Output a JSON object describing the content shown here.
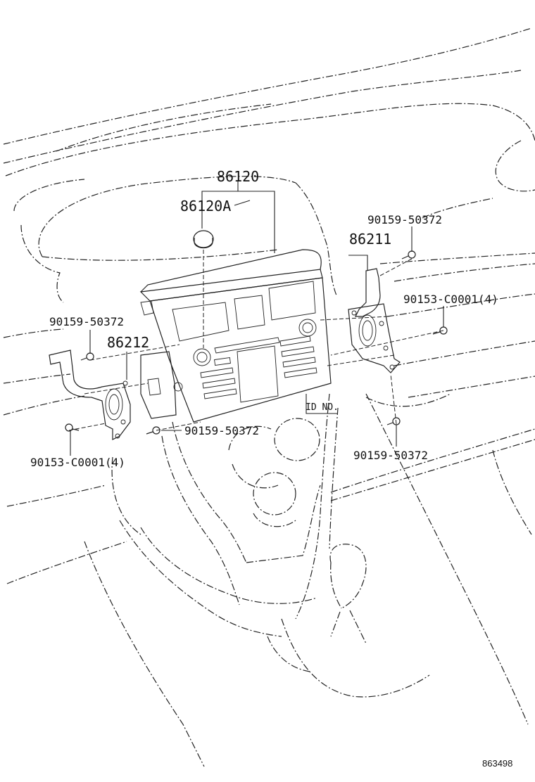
{
  "diagram": {
    "labels": {
      "head_unit": "86120",
      "knob": "86120A",
      "bracket_right": "86211",
      "bracket_left": "86212",
      "screw_top_right": "90159-50372",
      "screw_left": "90159-50372",
      "screw_center": "90159-50372",
      "screw_bottom_right": "90159-50372",
      "bolt_right": "90153-C0001(4)",
      "bolt_left": "90153-C0001(4)",
      "id_no": "ID NO."
    },
    "reference_number": "863498"
  }
}
